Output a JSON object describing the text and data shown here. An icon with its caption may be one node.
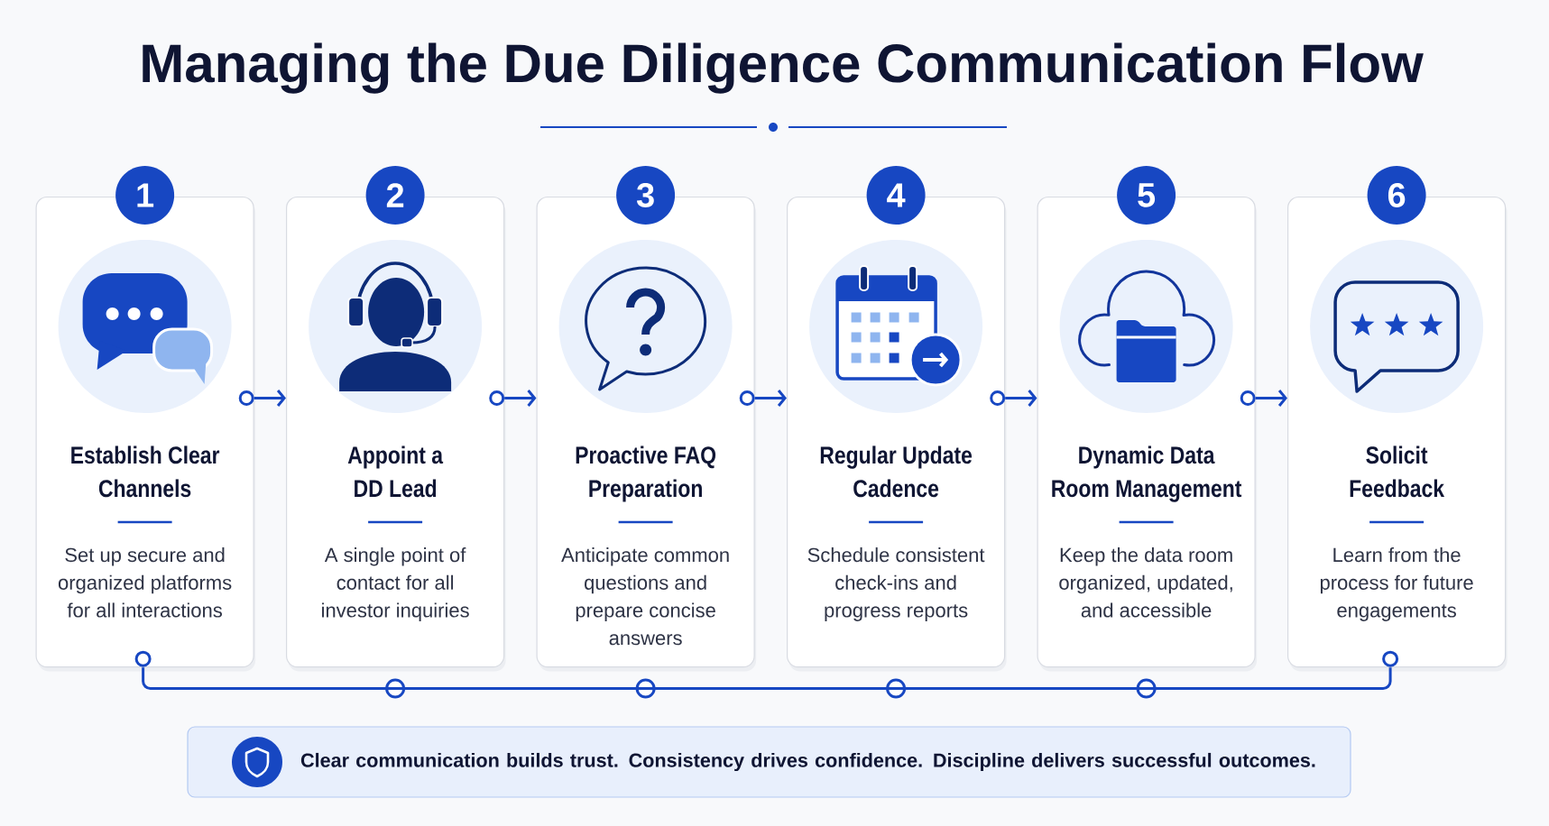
{
  "diagram": {
    "title": "Managing the Due Diligence Communication Flow",
    "nodes": [
      {
        "text": [
          "1"
        ]
      },
      {
        "text": [
          "Establish Clear Channels",
          "Set up secure and organized platforms for all interactions"
        ]
      },
      {
        "text": [
          "2"
        ]
      },
      {
        "text": [
          "Appoint a DD Lead",
          "A single point of contact for all investor inquiries"
        ]
      },
      {
        "text": [
          "3"
        ]
      },
      {
        "text": [
          "Proactive FAQ Preparation",
          "Anticipate common questions and prepare concise answers"
        ]
      },
      {
        "text": [
          "4"
        ]
      },
      {
        "text": [
          "Regular Update Cadence",
          "Schedule consistent check-ins and progress reports"
        ]
      },
      {
        "text": [
          "5"
        ]
      },
      {
        "text": [
          "Dynamic Data Room Management",
          "Keep the data room organized, updated, and accessible"
        ]
      },
      {
        "text": [
          "6"
        ]
      },
      {
        "text": [
          "Solicit Feedback",
          "Learn from the process for future engagements"
        ]
      },
      {
        "text": [
          "Clear communication builds trust. Consistency drives confidence. Discipline delivers successful outcomes."
        ]
      }
    ],
    "edges": [
      {
        "from": 1,
        "to": 3,
        "arrow": "to"
      },
      {
        "from": 3,
        "to": 5,
        "arrow": "to"
      },
      {
        "from": 5,
        "to": 7,
        "arrow": "to"
      },
      {
        "from": 7,
        "to": 9,
        "arrow": "to"
      },
      {
        "from": 9,
        "to": 11,
        "arrow": "to"
      },
      {
        "from": 1,
        "to": 11,
        "arrow": "other"
      }
    ]
  }
}
